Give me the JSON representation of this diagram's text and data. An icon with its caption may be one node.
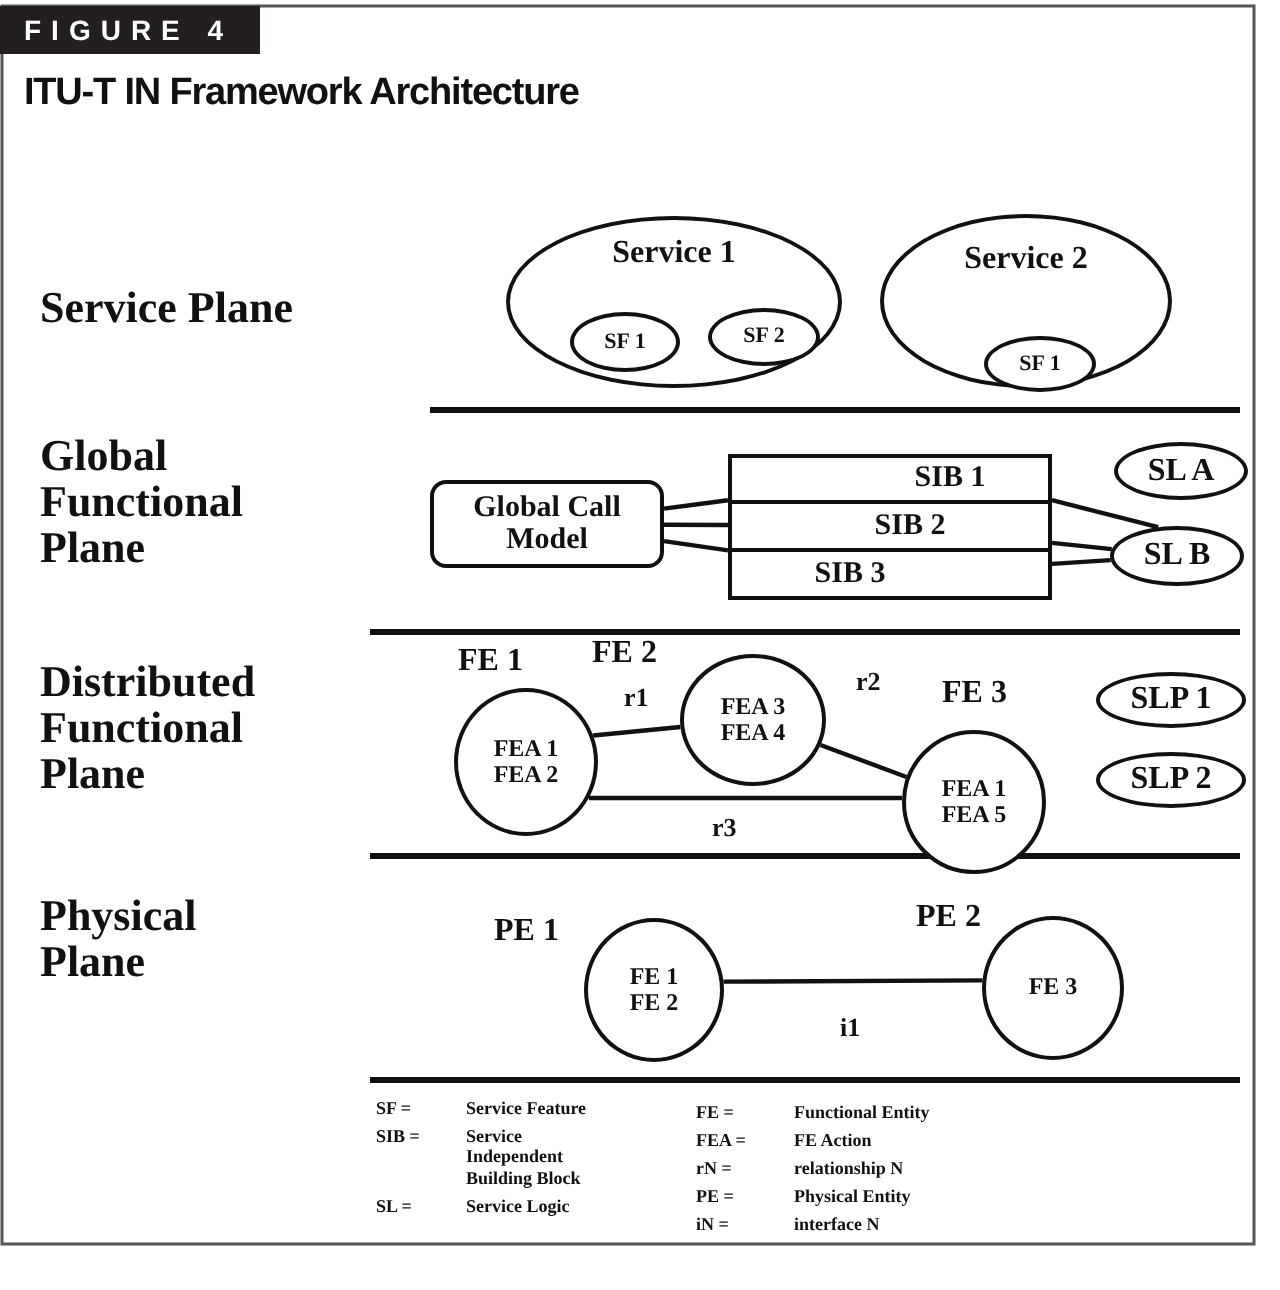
{
  "diagram": {
    "title": "ITU-T IN Framework Architecture",
    "nodes": [
      {
        "text": [
          "Service 1"
        ]
      },
      {
        "text": [
          "SF 1"
        ],
        "in": 0
      },
      {
        "text": [
          "SF 2"
        ],
        "in": 0
      },
      {
        "text": [
          "Service 2"
        ]
      },
      {
        "text": [
          "SF 1"
        ],
        "in": 3
      },
      {
        "text": [
          "Global Call Model"
        ]
      },
      {
        "text": [
          "SIB 1"
        ]
      },
      {
        "text": [
          "SIB 2"
        ]
      },
      {
        "text": [
          "SIB 3"
        ]
      },
      {
        "text": [
          "SL A"
        ]
      },
      {
        "text": [
          "SL B"
        ]
      },
      {
        "text": [
          "FEA 1",
          "FEA 2"
        ],
        "beside": [
          "FE 1"
        ]
      },
      {
        "text": [
          "FEA 3",
          "FEA 4"
        ],
        "beside": [
          "FE 2"
        ]
      },
      {
        "text": [
          "FEA 1",
          "FEA 5"
        ],
        "beside": [
          "FE 3"
        ]
      },
      {
        "text": [
          "SLP 1"
        ]
      },
      {
        "text": [
          "SLP 2"
        ]
      },
      {
        "text": [
          "FE 1",
          "FE 2"
        ],
        "beside": [
          "PE 1"
        ]
      },
      {
        "text": [
          "FE 3"
        ],
        "beside": [
          "PE 2"
        ]
      }
    ],
    "edges": [
      {
        "from": 5,
        "to": 6,
        "arrow": "none"
      },
      {
        "from": 5,
        "to": 7,
        "arrow": "none"
      },
      {
        "from": 5,
        "to": 8,
        "arrow": "none"
      },
      {
        "from": 6,
        "to": 10,
        "arrow": "none"
      },
      {
        "from": 7,
        "to": 10,
        "arrow": "none"
      },
      {
        "from": 8,
        "to": 10,
        "arrow": "none"
      },
      {
        "from": 11,
        "to": 12,
        "arrow": "none",
        "label": "r1"
      },
      {
        "from": 12,
        "to": 13,
        "arrow": "none",
        "label": "r2"
      },
      {
        "from": 11,
        "to": 13,
        "arrow": "none",
        "label": "r3"
      },
      {
        "from": 16,
        "to": 17,
        "arrow": "none",
        "label": "i1"
      }
    ],
    "labels": [
      "FIGURE 4",
      "Service Plane",
      "Global Functional Plane",
      "Distributed Functional Plane",
      "Physical Plane",
      "SF =",
      "Service Feature",
      "FE =",
      "Functional Entity",
      "SIB =",
      "Service Independent Building Block",
      "FEA =",
      "FE Action",
      "rN =",
      "relationship N",
      "SL =",
      "Service Logic",
      "PE =",
      "Physical Entity",
      "iN =",
      "interface N"
    ]
  }
}
